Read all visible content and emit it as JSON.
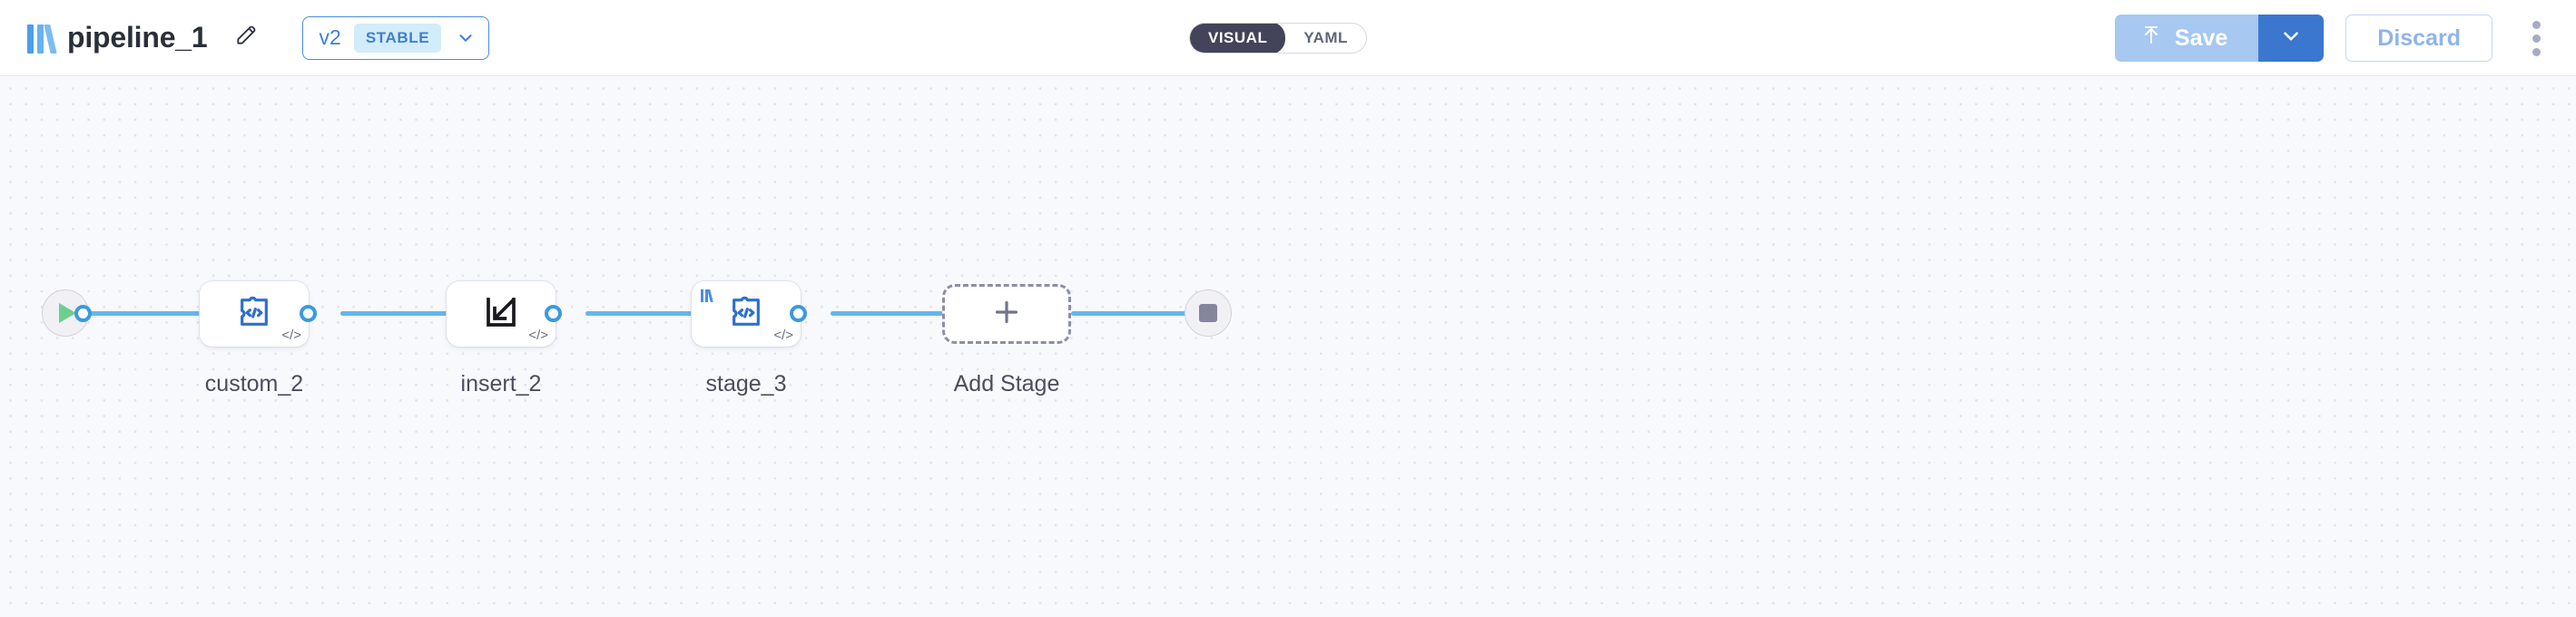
{
  "header": {
    "logo_icon": "pipeline-logo-icon",
    "title": "pipeline_1",
    "edit_icon": "pencil-icon",
    "version": {
      "label": "v2",
      "status_badge": "STABLE",
      "chevron_icon": "chevron-down-icon",
      "border_color": "#4a8ee0",
      "badge_bg": "#d3ecfa",
      "text_color": "#3d7fd4"
    },
    "view_toggle": {
      "options": [
        {
          "label": "VISUAL",
          "active": true
        },
        {
          "label": "YAML",
          "active": false
        }
      ],
      "active_bg": "#434459",
      "active_fg": "#ffffff"
    },
    "actions": {
      "save_label": "Save",
      "save_icon": "upload-arrow-icon",
      "save_bg": "#a6c8f1",
      "save_dropdown_icon": "chevron-down-icon",
      "save_dropdown_bg": "#3b77ce",
      "discard_label": "Discard",
      "discard_color": "#8fb4e9",
      "overflow_icon": "more-vertical-icon"
    }
  },
  "canvas": {
    "background": "#f8f9fc",
    "dot_color": "#e2e4ee",
    "edge_color": "#62b7ea",
    "handle_color": "#3a9ae0"
  },
  "flow": {
    "start_node": {
      "icon": "play-icon",
      "color": "#6dcf8e"
    },
    "end_node": {
      "icon": "stop-square-icon",
      "color": "#85859b"
    },
    "stages": [
      {
        "label": "custom_2",
        "icon": "custom-code-puzzle-icon",
        "icon_color": "#2d6fd0",
        "code_badge": "</>",
        "has_logo_badge": false
      },
      {
        "label": "insert_2",
        "icon": "insert-into-square-icon",
        "icon_color": "#18191d",
        "code_badge": "</>",
        "has_logo_badge": false
      },
      {
        "label": "stage_3",
        "icon": "custom-code-puzzle-icon",
        "icon_color": "#2d6fd0",
        "code_badge": "</>",
        "has_logo_badge": true
      }
    ],
    "add_stage": {
      "label": "Add Stage",
      "icon": "plus-icon",
      "icon_color": "#73758a"
    }
  }
}
